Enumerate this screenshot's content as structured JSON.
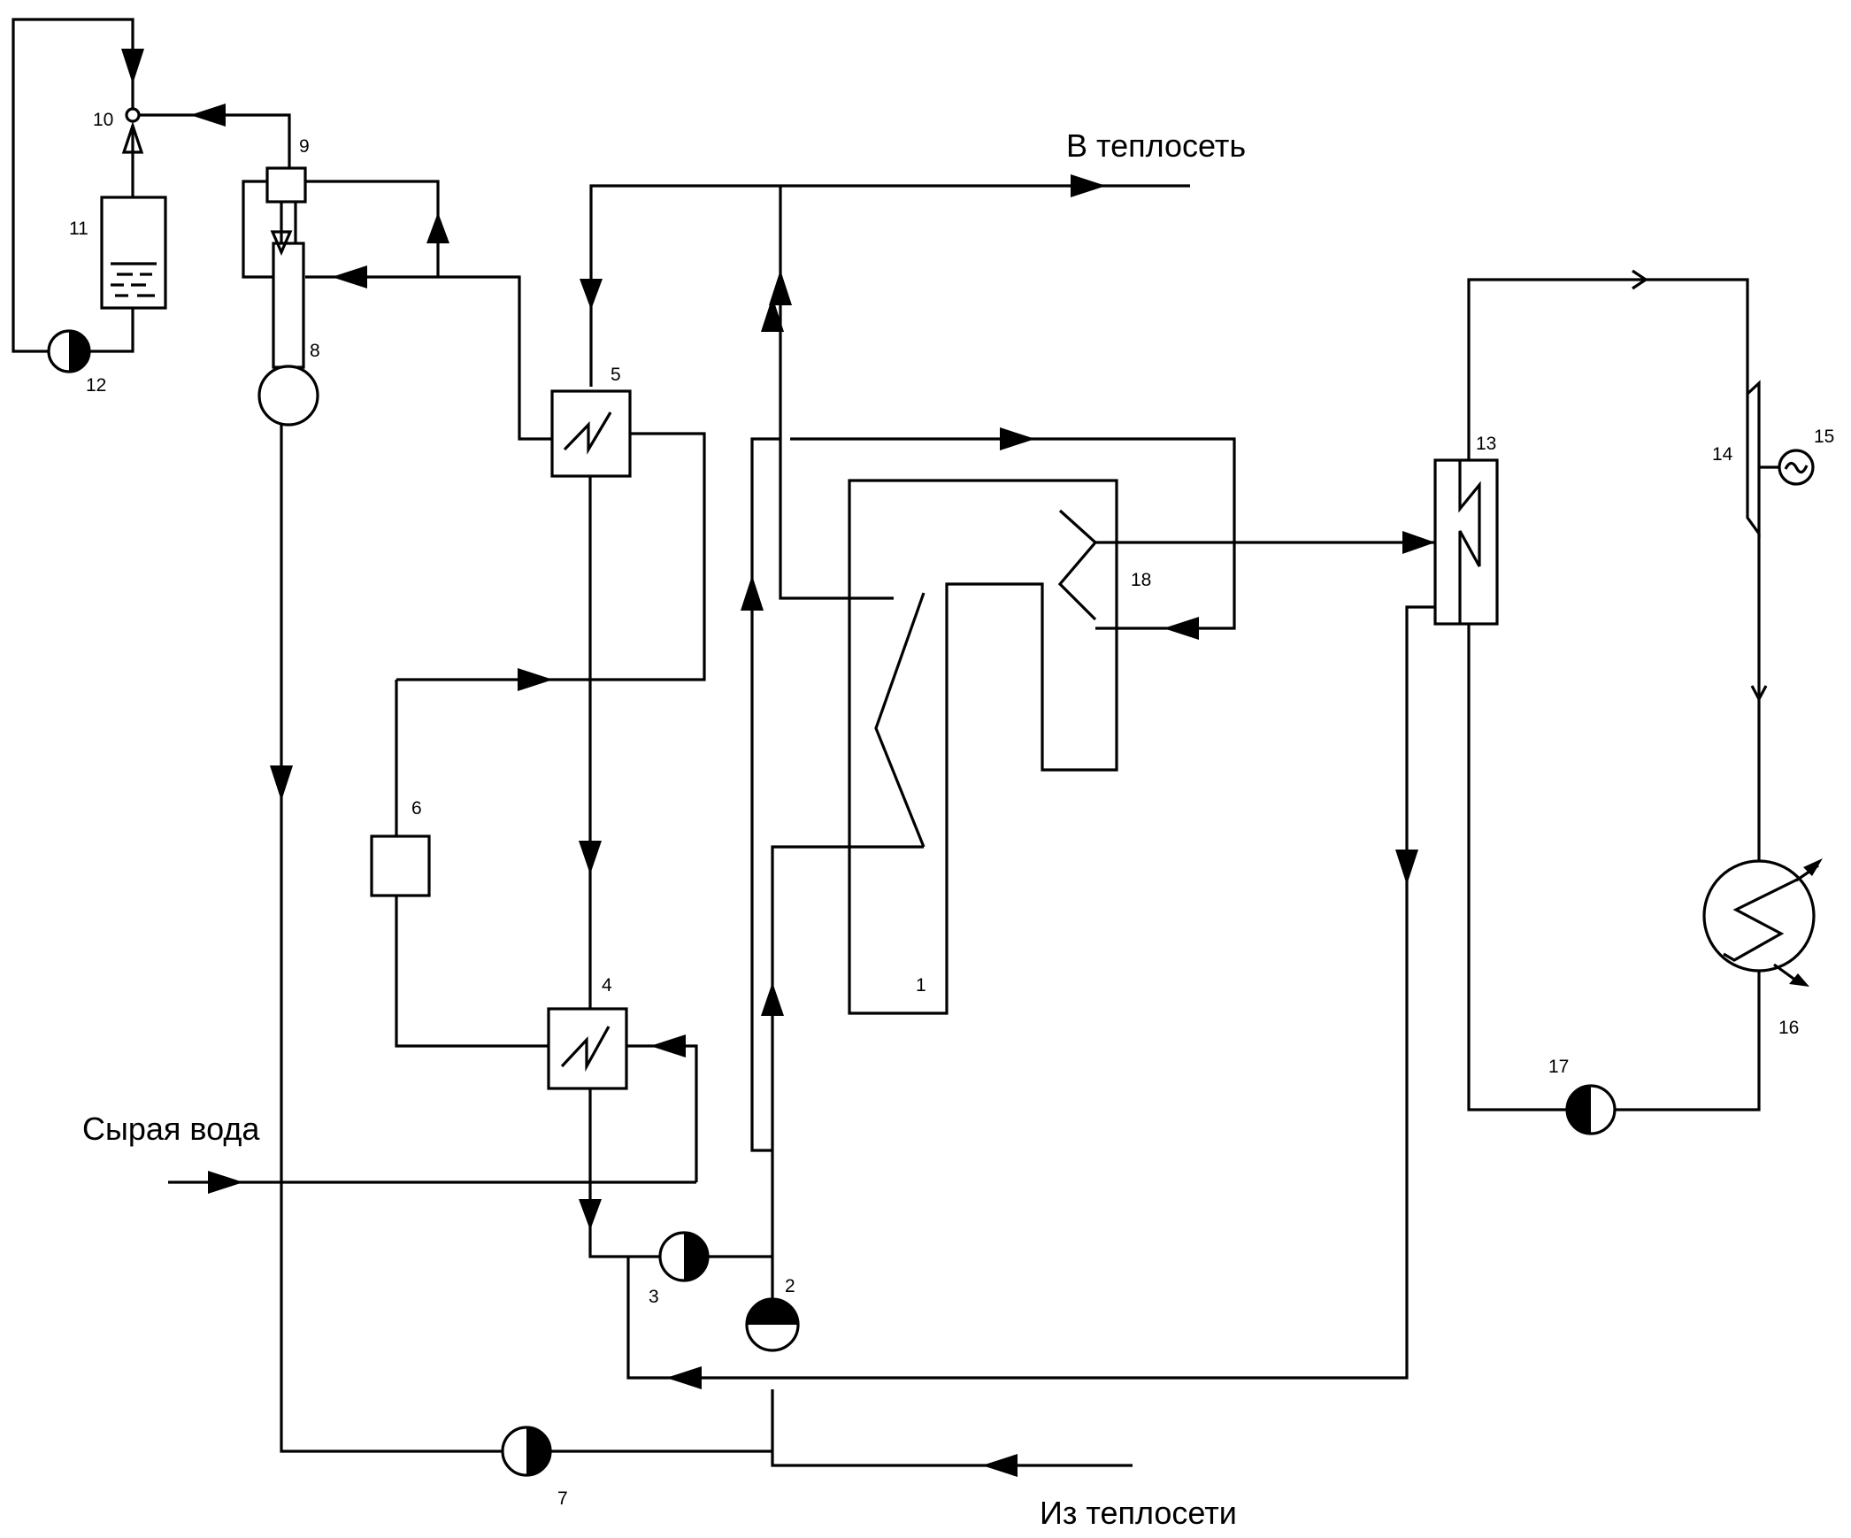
{
  "labels": {
    "to_heat_network": "В теплосеть",
    "from_heat_network": "Из теплосети",
    "raw_water": "Сырая вода"
  },
  "numbers": {
    "n1": "1",
    "n2": "2",
    "n3": "3",
    "n4": "4",
    "n5": "5",
    "n6": "6",
    "n7": "7",
    "n8": "8",
    "n9": "9",
    "n10": "10",
    "n11": "11",
    "n12": "12",
    "n13": "13",
    "n14": "14",
    "n15": "15",
    "n16": "16",
    "n17": "17",
    "n18": "18"
  }
}
